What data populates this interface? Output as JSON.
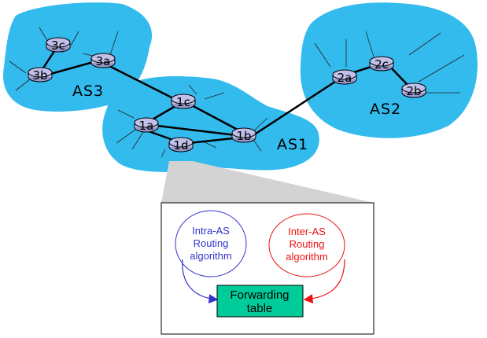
{
  "autonomous_systems": [
    {
      "id": "as3",
      "label": "AS3"
    },
    {
      "id": "as2",
      "label": "AS2"
    },
    {
      "id": "as1",
      "label": "AS1"
    }
  ],
  "routers": [
    {
      "id": "3c",
      "label": "3c"
    },
    {
      "id": "3b",
      "label": "3b"
    },
    {
      "id": "3a",
      "label": "3a"
    },
    {
      "id": "2a",
      "label": "2a"
    },
    {
      "id": "2c",
      "label": "2c"
    },
    {
      "id": "2b",
      "label": "2b"
    },
    {
      "id": "1c",
      "label": "1c"
    },
    {
      "id": "1a",
      "label": "1a"
    },
    {
      "id": "1b",
      "label": "1b"
    },
    {
      "id": "1d",
      "label": "1d"
    }
  ],
  "detail": {
    "intra_as": {
      "lines": [
        "Intra-AS",
        "Routing",
        "algorithm"
      ],
      "color": "#3333cc"
    },
    "inter_as": {
      "lines": [
        "Inter-AS",
        "Routing",
        "algorithm"
      ],
      "color": "#ee1111"
    },
    "forwarding_table": {
      "lines": [
        "Forwarding",
        "table"
      ],
      "fill": "#00cc99"
    }
  },
  "colors": {
    "cloud": "#33bbee",
    "router": "#c0c0ea"
  }
}
